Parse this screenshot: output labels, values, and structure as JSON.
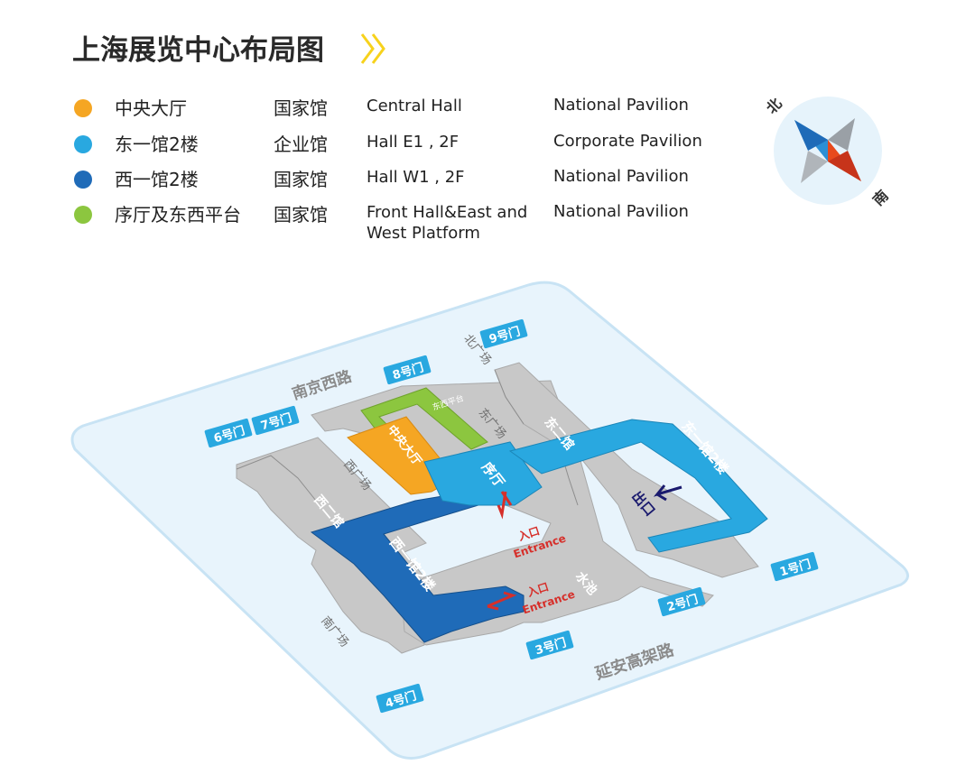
{
  "title": "上海展览中心布局图",
  "legend": [
    {
      "color": "#f5a623",
      "cn": "中央大厅",
      "type": "国家馆",
      "en": "Central Hall",
      "pavilion": "National Pavilion"
    },
    {
      "color": "#29a8e0",
      "cn": "东一馆2楼",
      "type": "企业馆",
      "en": "Hall E1 , 2F",
      "pavilion": "Corporate Pavilion"
    },
    {
      "color": "#1f6bb8",
      "cn": "西一馆2楼",
      "type": "国家馆",
      "en": "Hall W1 , 2F",
      "pavilion": "National Pavilion"
    },
    {
      "color": "#8cc63f",
      "cn": "序厅及东西平台",
      "type": "国家馆",
      "en_line1": "Front Hall&East and",
      "en_line2": "West Platform",
      "pavilion": "National Pavilion"
    }
  ],
  "compass": {
    "north": "北",
    "south": "南"
  },
  "map": {
    "roads": {
      "nanjing_west": "南京西路",
      "yanan_elevated": "延安高架路"
    },
    "gates": {
      "g1": "1号门",
      "g2": "2号门",
      "g3": "3号门",
      "g4": "4号门",
      "g6": "6号门",
      "g7": "7号门",
      "g8": "8号门",
      "g9": "9号门"
    },
    "squares": {
      "north": "北广场",
      "south": "南广场",
      "east": "东广场",
      "west": "西广场"
    },
    "buildings": {
      "east2": "东二馆",
      "west2": "西二馆",
      "pool": "水池",
      "exit": "出口"
    },
    "halls": {
      "central": "中央大厅",
      "front": "序厅",
      "east1": "东一馆2楼",
      "west1": "西一馆2楼",
      "platform": "东西平台"
    },
    "entrance": {
      "cn": "入口",
      "en": "Entrance"
    }
  }
}
